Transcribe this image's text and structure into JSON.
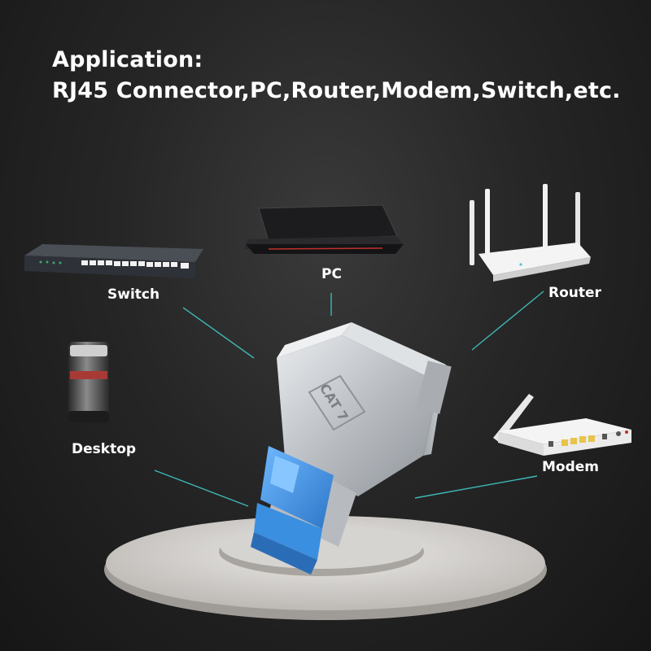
{
  "heading": {
    "line1": "Application:",
    "line2": "RJ45 Connector,PC,Router,Modem,Switch,etc."
  },
  "devices": {
    "switch": {
      "label": "Switch"
    },
    "pc": {
      "label": "PC"
    },
    "router": {
      "label": "Router"
    },
    "desktop": {
      "label": "Desktop"
    },
    "modem": {
      "label": "Modem"
    }
  },
  "connector": {
    "marking": "CAT 7"
  },
  "colors": {
    "background": "#262626",
    "text": "#ffffff",
    "connector_line": "#3fb6b6",
    "insert_blue": "#3a8fe0",
    "shield_silver": "#c9ccd0",
    "pedestal": "#d9d7d4"
  }
}
